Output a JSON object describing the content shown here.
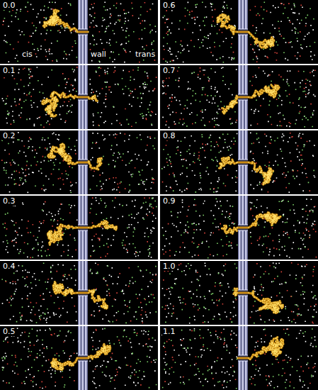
{
  "diagram": {
    "labels": [
      "0.0",
      "cis",
      "wall",
      "trans",
      "0.6",
      "0.1",
      "0.7",
      "0.2",
      "0.8",
      "0.3",
      "0.9",
      "0.4",
      "1.0",
      "0.5",
      "1.1"
    ]
  }
}
